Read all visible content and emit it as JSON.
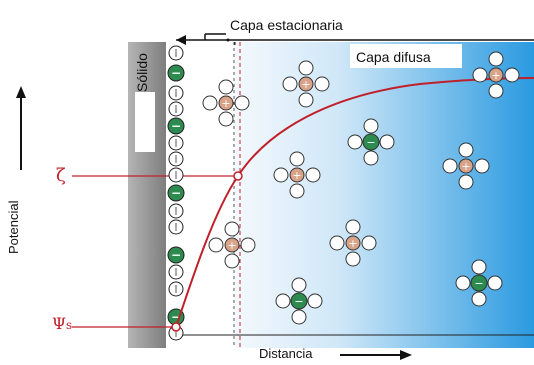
{
  "labels": {
    "stationary_layer": "Capa estacionaria",
    "diffuse_layer": "Capa difusa",
    "solid": "Sólido",
    "distance": "Distancia",
    "potential": "Potencial",
    "zeta": "ζ",
    "psi": "Ψ",
    "psi_sub": "s"
  },
  "colors": {
    "curve": "#c0202a",
    "negative_ion": "#2e8b4f",
    "positive_ion": "#d9a38a",
    "diffuse_gradient_start": "#f2f8fd",
    "diffuse_gradient_end": "#2a9ae0",
    "solid_gray": "#8e8e8e"
  },
  "icons": [
    "negative-ion-icon",
    "positive-ion-icon",
    "neutral-ion-icon"
  ]
}
